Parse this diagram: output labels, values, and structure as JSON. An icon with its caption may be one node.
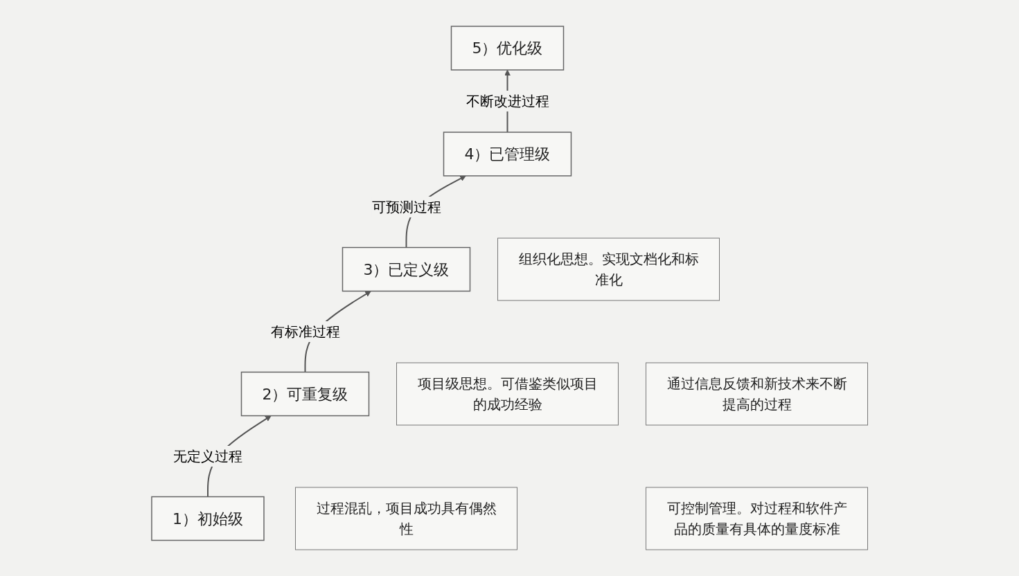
{
  "diagram": {
    "nodes": [
      {
        "text": [
          "1）初始级"
        ]
      },
      {
        "text": [
          "过程混乱，项目成功具有偶然性"
        ]
      },
      {
        "text": [
          "2）可重复级"
        ]
      },
      {
        "text": [
          "项目级思想。可借鉴类似项目的成功经验"
        ]
      },
      {
        "text": [
          "3）已定义级"
        ]
      },
      {
        "text": [
          "组织化思想。实现文档化和标准化"
        ]
      },
      {
        "text": [
          "4）已管理级"
        ]
      },
      {
        "text": [
          "可控制管理。对过程和软件产品的质量有具体的量度标准"
        ]
      },
      {
        "text": [
          "5）优化级"
        ]
      },
      {
        "text": [
          "通过信息反馈和新技术来不断提高的过程"
        ]
      }
    ],
    "edges": [
      {
        "from": 0,
        "to": 2,
        "arrow": "to",
        "label": "无定义过程"
      },
      {
        "from": 2,
        "to": 4,
        "arrow": "to",
        "label": "有标准过程"
      },
      {
        "from": 4,
        "to": 6,
        "arrow": "to",
        "label": "可预测过程"
      },
      {
        "from": 6,
        "to": 8,
        "arrow": "to",
        "label": "不断改进过程"
      }
    ]
  }
}
